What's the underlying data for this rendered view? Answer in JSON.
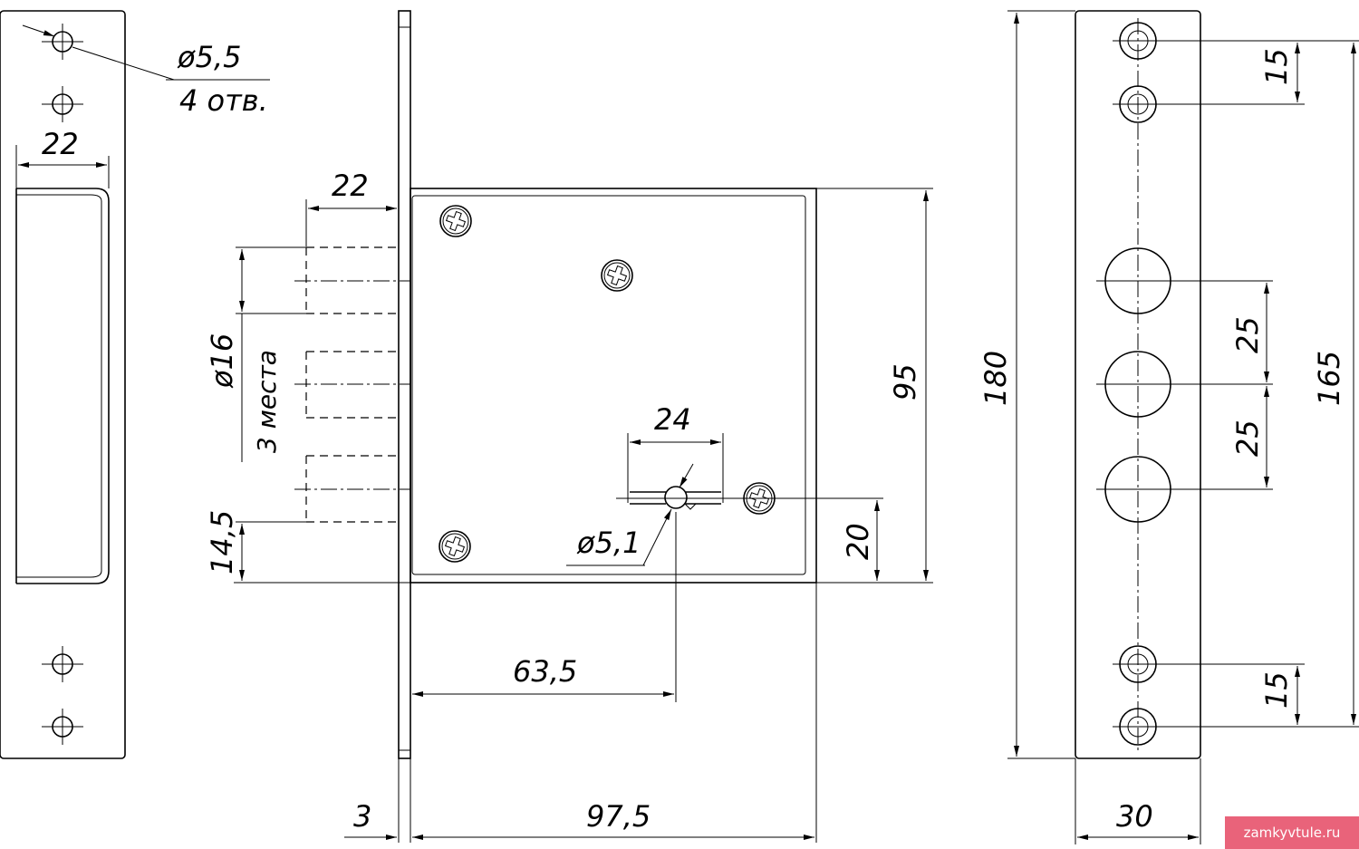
{
  "dimensions": {
    "strike_hole_dia": "ø5,5",
    "strike_hole_count": "4 отв.",
    "strike_slot_width": "22",
    "bolt_projection": "22",
    "bolt_dia": "ø16",
    "bolt_count": "3 места",
    "bolt_bottom_offset": "14,5",
    "spindle_width": "24",
    "spindle_hole_dia": "ø5,1",
    "spindle_height": "20",
    "case_height": "95",
    "backset": "63,5",
    "faceplate_thickness": "3",
    "case_depth": "97,5",
    "faceplate_length": "180",
    "mount_pitch_top": "15",
    "bolt_pitch_1": "25",
    "bolt_pitch_2": "25",
    "mount_pitch_bottom": "15",
    "mount_span": "165",
    "faceplate_width": "30"
  },
  "watermark": "zamkyvtule.ru"
}
